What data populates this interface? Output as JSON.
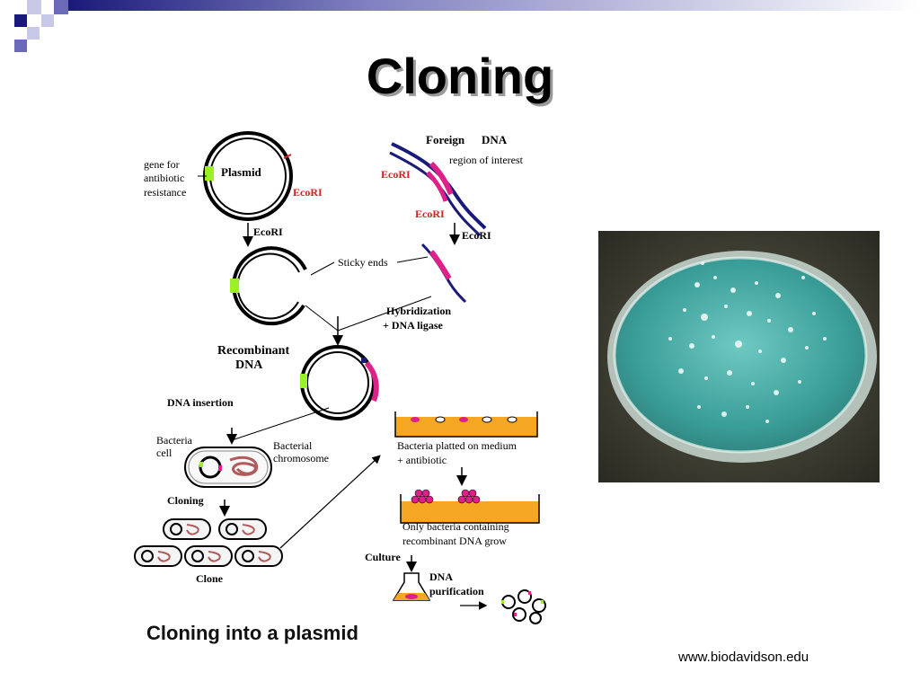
{
  "slide": {
    "title": "Cloning",
    "caption": "Cloning into a plasmid",
    "credit": "www.biodavidson.edu"
  },
  "diagram": {
    "plasmid": "Plasmid",
    "gene_line1": "gene for",
    "gene_line2": "antibiotic",
    "gene_line3": "resistance",
    "ecori": "EcoRI",
    "foreign": "Foreign",
    "dna": "DNA",
    "region": "region of interest",
    "sticky_ends": "Sticky ends",
    "hybridization": "Hybridization",
    "ligase": "+ DNA ligase",
    "recombinant": "Recombinant",
    "dna_insertion": "DNA insertion",
    "bacteria": "Bacteria",
    "cell": "cell",
    "bacterial": "Bacterial",
    "chromosome": "chromosome",
    "cloning": "Cloning",
    "clone": "Clone",
    "plated1": "Bacteria platted on medium",
    "plated2": "+ antibiotic",
    "only1": "Only bacteria containing",
    "only2": "recombinant DNA grow",
    "culture": "Culture",
    "purif1": "DNA",
    "purif2": "purification"
  },
  "colors": {
    "accent_navy": "#1a1a7a",
    "accent_magenta": "#e0208a",
    "accent_green": "#9bf02a",
    "ecori_red": "#d42020",
    "medium_orange": "#f5a623",
    "agar_teal": "#3a9e98"
  }
}
